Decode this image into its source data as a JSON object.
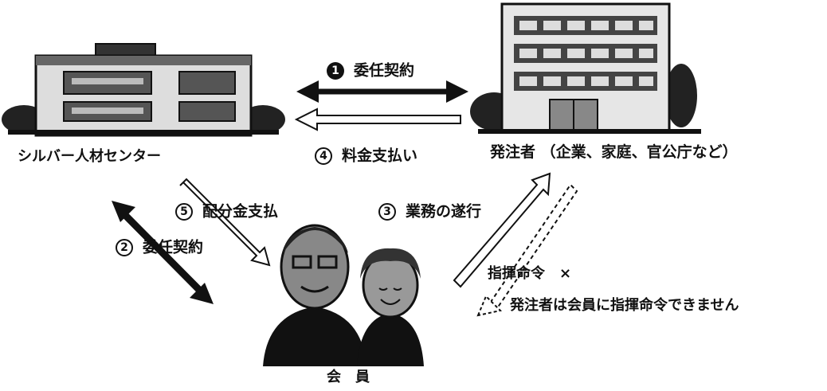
{
  "nodes": {
    "silver_center": "シルバー人材センター",
    "client": "発注者 （企業、家庭、官公庁など）",
    "members": "会　員"
  },
  "relations": [
    {
      "num": "1",
      "label": "委任契約"
    },
    {
      "num": "2",
      "label": "委任契約"
    },
    {
      "num": "3",
      "label": "業務の遂行"
    },
    {
      "num": "4",
      "label": "料金支払い"
    },
    {
      "num": "5",
      "label": "配分金支払"
    }
  ],
  "command": {
    "label": "指揮命令　×",
    "note": "発注者は会員に指揮命令できません"
  }
}
